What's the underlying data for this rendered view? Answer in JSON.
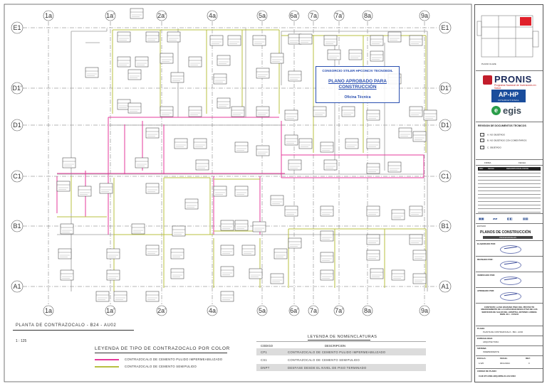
{
  "sheet": {
    "plan_title": "PLANTA DE CONTRAZOCALO - B24 - AU02",
    "scale": "1 : 125"
  },
  "grid": {
    "columns": [
      "1a",
      "1a'",
      "2a'",
      "4a",
      "5a",
      "6a'",
      "7a",
      "7a'",
      "8a",
      "9a"
    ],
    "rows": [
      "E1",
      "D1'",
      "D1",
      "C1",
      "B1",
      "A1"
    ]
  },
  "approval_stamp": {
    "company": "CONSORCIO STILER HPCONCIV TECNOEDIL",
    "status": "PLANO APROBADO PARA CONSTRUCCIÓN",
    "office": "Oficina Técnica"
  },
  "legend_color": {
    "title": "LEYENDA DE TIPO DE CONTRAZOCALO POR COLOR",
    "items": [
      {
        "color": "#e5399b",
        "label": "CONTRAZOCALO DE CEMENTO PULIDO IMPERMEABILIZADO"
      },
      {
        "color": "#b8c042",
        "label": "CONTRAZOCALO DE CEMENTO SEMIPULIDO"
      }
    ]
  },
  "legend_nomenclature": {
    "title": "LEYENDA DE NOMENCLATURAS",
    "headers": {
      "code": "CODIGO",
      "description": "DESCRIPCION"
    },
    "rows": [
      {
        "code": "CP1",
        "description": "CONTRAZOCALO DE CEMENTO PULIDO IMPERMEABILIZADO"
      },
      {
        "code": "CS1",
        "description": "CONTRAZOCALO DE CEMENTO SEMIPULIDO"
      },
      {
        "code": "DNPT",
        "description": "DESFASE DESDE EL NIVEL DE PISO TERMINADO"
      }
    ]
  },
  "title_block": {
    "keyplan_label": "PLANO CLAVE",
    "logos": {
      "pronis": "PRONIS",
      "pronis_sub": "Programa Nacional de Inversiones en Salud",
      "aphp": "AP-HP",
      "aphp_sub": "INTERNATIONAL",
      "egis": "egis",
      "egis_mark": "e"
    },
    "revision_title": "REVISION DE DOCUMENTOS TECNICOS",
    "revision_options": [
      "A. NO OBJETADO",
      "B. NO OBJETADO CON COMENTARIOS",
      "C. OBJETADO"
    ],
    "firma": "FIRMA",
    "fecha": "FECHA",
    "rev_table_headers": [
      "REV",
      "FECHA",
      "DESCRIPCION/ALCANCE"
    ],
    "planos_label": "ESTADO",
    "planos_title": "PLANOS DE CONSTRUCCIÓN",
    "planos_bar": "PROFESIONALES",
    "signatures": [
      "ELABORADO POR:",
      "REVISADO POR:",
      "VERIFICADO POR:",
      "APROBADO POR:"
    ],
    "contract": "CONTRATO LLAVE EN MANO PSEC DEL PROYECTO MEJORAMIENTO DE LA CAPACIDAD RESOLUTIVA DE LOS SERVICIOS DE SALUD DEL HOSPITAL ANTONIO LORENA NIVEL III-1 - CUSCO",
    "plano_key": "PLANO:",
    "plano_val": "PLANTA DE CONTRAZOCALO - B24 - AU02",
    "especialidad_key": "ESPECIALIDAD:",
    "especialidad_val": "ARQUITECTURA",
    "sistema_key": "SISTEMA:",
    "sistema_val": "INDEPENDIENTE",
    "escala_key": "ESCALA:",
    "escala_val": "1/125",
    "fecha_key": "FECHA:",
    "fecha_val": "06/11/2024",
    "rev_key": "REV:",
    "rev_val": "0",
    "codigo_key": "CODIGO DE PLANO:",
    "codigo_val": "CLM-STC-DSR-ARQ-DRW-24-AU2-0003"
  },
  "colors": {
    "grid": "#6f6f6f",
    "pink": "#e5399b",
    "olive": "#b8c042",
    "stamp_blue": "#2a4fb0",
    "keyplan_red": "#e0202a"
  }
}
